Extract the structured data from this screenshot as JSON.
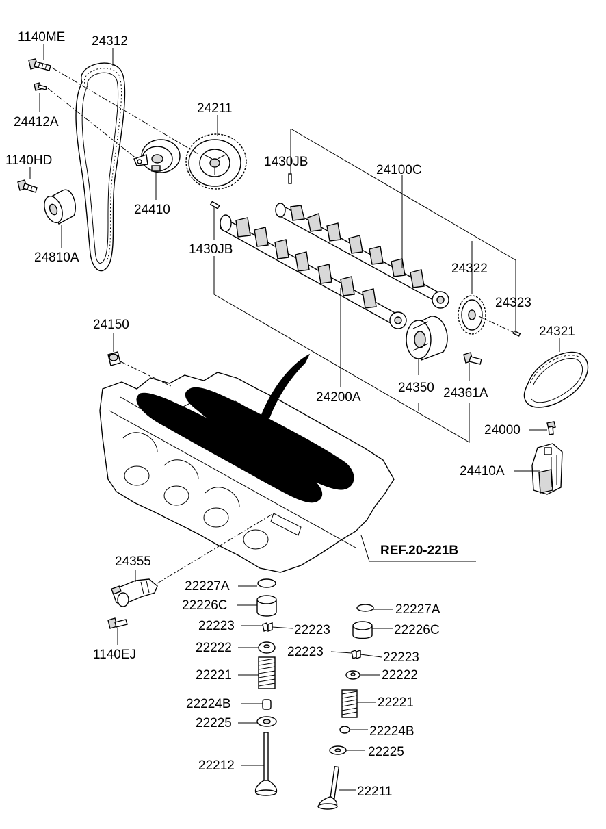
{
  "diagram": {
    "part_labels": {
      "p1140ME": "1140ME",
      "p24312": "24312",
      "p24412A": "24412A",
      "p24211": "24211",
      "p1140HD": "1140HD",
      "p24410": "24410",
      "p24810A": "24810A",
      "p1430JB_top": "1430JB",
      "p24100C": "24100C",
      "p1430JB_mid": "1430JB",
      "p24322": "24322",
      "p24323": "24323",
      "p24150": "24150",
      "p24321": "24321",
      "p24200A": "24200A",
      "p24350": "24350",
      "p24361A": "24361A",
      "p24000": "24000",
      "p24410A": "24410A",
      "p24355": "24355",
      "p1140EJ": "1140EJ",
      "p22227A_l": "22227A",
      "p22226C_l": "22226C",
      "p22223_l1": "22223",
      "p22223_l2": "22223",
      "p22222_l": "22222",
      "p22221_l": "22221",
      "p22224B_l": "22224B",
      "p22225_l": "22225",
      "p22212": "22212",
      "p22227A_r": "22227A",
      "p22226C_r": "22226C",
      "p22223_r1": "22223",
      "p22223_r2": "22223",
      "p22222_r": "22222",
      "p22221_r": "22221",
      "p22224B_r": "22224B",
      "p22225_r": "22225",
      "p22211": "22211"
    },
    "reference": "REF.20-221B"
  }
}
